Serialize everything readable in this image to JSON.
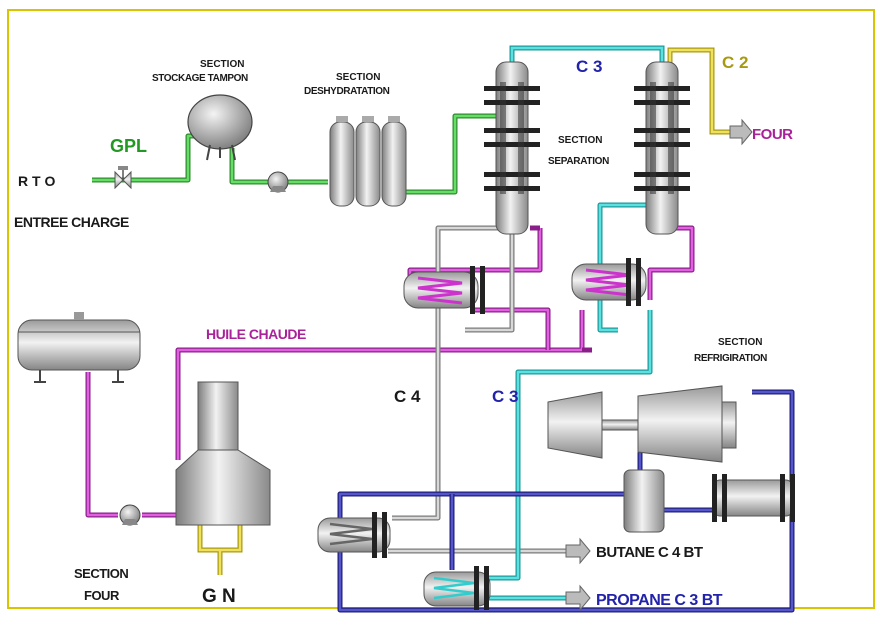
{
  "labels": {
    "rto": "R T O",
    "gpl": "GPL",
    "entree_charge": "ENTREE CHARGE",
    "section_stockage_1": "SECTION",
    "section_stockage_2": "STOCKAGE TAMPON",
    "section_deshydratation_1": "SECTION",
    "section_deshydratation_2": "DESHYDRATATION",
    "c3_top": "C 3",
    "c2": "C 2",
    "four_out": "FOUR",
    "section_separation_1": "SECTION",
    "section_separation_2": "SEPARATION",
    "huile_chaude": "HUILE CHAUDE",
    "section_refrigiration_1": "SECTION",
    "section_refrigiration_2": "REFRIGIRATION",
    "c4": "C 4",
    "c3_mid": "C 3",
    "butane": "BUTANE C 4 BT",
    "propane": "PROPANE C 3 BT",
    "section_four_1": "SECTION",
    "section_four_2": "FOUR",
    "gn": "G N"
  },
  "colors": {
    "frame": "#d8c400",
    "gpl_line": "#33cc33",
    "c3_line": "#33cccc",
    "c2_line": "#e8d84a",
    "huile_line": "#cc33cc",
    "c4_line": "#b0b0b0",
    "refrig_line": "#3333aa",
    "gn_line": "#e8d84a",
    "c3_text": "#2222aa",
    "c2_text": "#a89a10",
    "four_text": "#aa2299",
    "huile_text": "#aa2299",
    "gpl_text": "#229922",
    "propane_text": "#2222aa",
    "dark_text": "#1a1a1a"
  }
}
